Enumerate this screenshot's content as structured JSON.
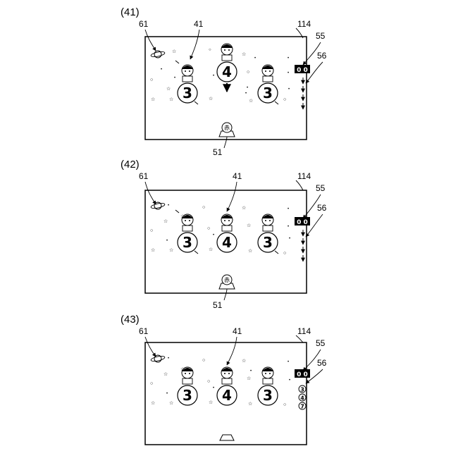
{
  "panels": [
    {
      "figure_label": "(41)",
      "refs": {
        "r61": "61",
        "r41": "41",
        "r114": "114",
        "r55": "55",
        "r56": "56",
        "r51": "51"
      },
      "counter": "0 0",
      "reels": [
        "3",
        "4",
        "3"
      ],
      "center_arrow": true,
      "queue_style": "arrows",
      "queue_count": 4,
      "bottom_icon": "red-character-icon",
      "bottom_char": "赤"
    },
    {
      "figure_label": "(42)",
      "refs": {
        "r61": "61",
        "r41": "41",
        "r114": "114",
        "r55": "55",
        "r56": "56",
        "r51": "51"
      },
      "counter": "0 0",
      "reels": [
        "3",
        "4",
        "3"
      ],
      "center_arrow": false,
      "queue_style": "arrows",
      "queue_count": 4,
      "bottom_icon": "red-character-icon",
      "bottom_char": "赤"
    },
    {
      "figure_label": "(43)",
      "refs": {
        "r61": "61",
        "r41": "41",
        "r114": "114",
        "r55": "55",
        "r56": "56"
      },
      "counter": "0 0",
      "reels": [
        "3",
        "4",
        "3"
      ],
      "center_arrow": false,
      "queue_style": "digits",
      "queue_digits": [
        "3",
        "4",
        "7"
      ],
      "bottom_icon": "empty-base-icon",
      "bottom_char": ""
    }
  ]
}
